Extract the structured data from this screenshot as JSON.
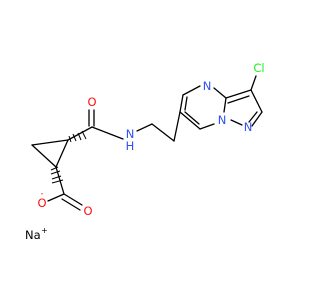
{
  "molecule": {
    "atoms": {
      "carbonyl_oxygen": "O",
      "amide_nitrogen": "N",
      "amide_hydrogen": "H",
      "carboxylate_oxygen": "O",
      "carboxylate_charge": "-",
      "carbonyl_oxygen_2": "O",
      "sodium": "Na",
      "sodium_charge": "+",
      "pyrimidine_nitrogen": "N",
      "bridgehead_nitrogen": "N",
      "pyrazole_nitrogen": "N",
      "chlorine": "Cl"
    },
    "colors": {
      "oxygen": "#ff0d0d",
      "nitrogen": "#3050f8",
      "chlorine": "#1ff01f",
      "carbon": "#000000",
      "sodium": "#000000"
    }
  }
}
